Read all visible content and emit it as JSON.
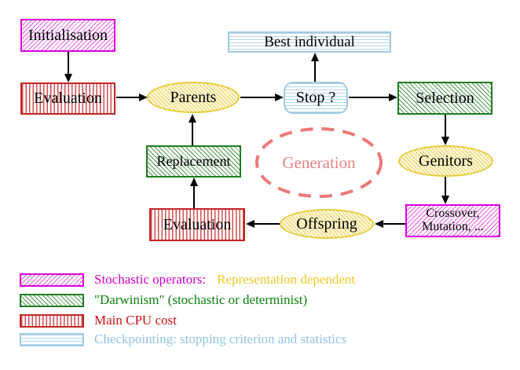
{
  "diagram": {
    "nodes": {
      "initialisation": {
        "label": "Initialisation"
      },
      "evaluation_top": {
        "label": "Evaluation"
      },
      "parents": {
        "label": "Parents"
      },
      "best_individual": {
        "label": "Best individual"
      },
      "stop": {
        "label": "Stop ?"
      },
      "selection": {
        "label": "Selection"
      },
      "genitors": {
        "label": "Genitors"
      },
      "crossover_mutation": {
        "line1": "Crossover,",
        "line2": "Mutation, ..."
      },
      "offspring": {
        "label": "Offspring"
      },
      "evaluation_bottom": {
        "label": "Evaluation"
      },
      "replacement": {
        "label": "Replacement"
      },
      "generation": {
        "label": "Generation"
      }
    },
    "legend": {
      "items": [
        {
          "pattern": "magenta-diagonal-hatch",
          "text": "Stochastic operators:",
          "text2": "Representation dependent",
          "text_color": "#cc00cc",
          "text2_color": "#eec929"
        },
        {
          "pattern": "green-diagonal-hatch",
          "text": "\"Darwinism\" (stochastic or determinist)",
          "text_color": "#0e7e0e"
        },
        {
          "pattern": "red-vertical-stripes",
          "text": "Main CPU cost",
          "text_color": "#cc1414"
        },
        {
          "pattern": "cyan-horizontal-stripes",
          "text": "Checkpointing: stopping criterion and statistics",
          "text_color": "#90c4e4"
        }
      ]
    },
    "colors": {
      "magenta": "#dd00dd",
      "green": "#1f7c1f",
      "red": "#c22626",
      "cyan": "#a2cbe2",
      "yellow": "#e4cd3e",
      "salmon": "#ee7878",
      "node_text": "#000000"
    }
  }
}
